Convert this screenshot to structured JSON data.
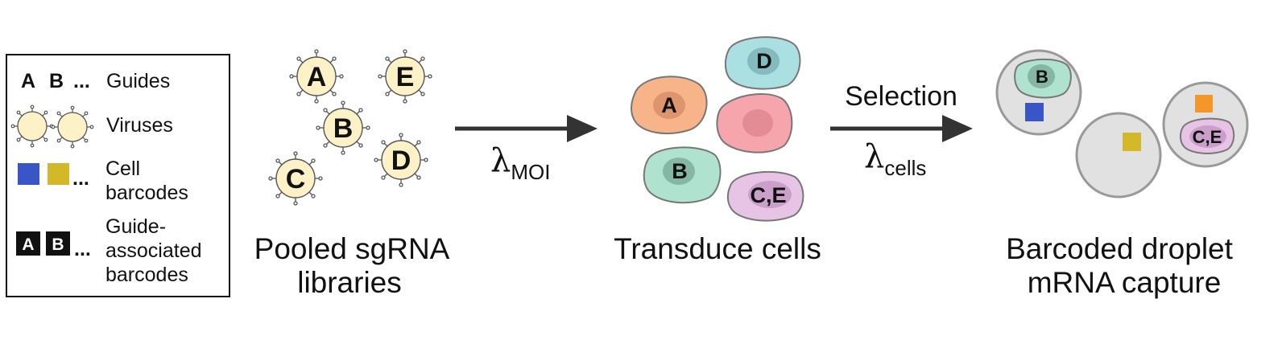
{
  "legend": {
    "guides_letters": [
      "A",
      "B"
    ],
    "guides_label": "Guides",
    "viruses_label": "Viruses",
    "cell_barcodes_label": [
      "Cell",
      "barcodes"
    ],
    "guide_barcodes_letters": [
      "A",
      "B"
    ],
    "guide_barcodes_label": [
      "Guide-",
      "associated",
      "barcodes"
    ],
    "ellipsis": "..."
  },
  "panel1": {
    "virus_letters": [
      "A",
      "E",
      "B",
      "C",
      "D"
    ],
    "caption_lines": [
      "Pooled sgRNA",
      "libraries"
    ]
  },
  "arrow1": {
    "symbol": "λ",
    "subscript": "MOI"
  },
  "panel2": {
    "cell_labels": [
      "A",
      "D",
      "",
      "B",
      "C,E"
    ],
    "caption": "Transduce cells"
  },
  "arrow2": {
    "top_label": "Selection",
    "symbol": "λ",
    "subscript": "cells"
  },
  "panel3": {
    "droplet_cell_labels": [
      "B",
      "C,E"
    ],
    "caption_lines": [
      "Barcoded droplet",
      "mRNA capture"
    ]
  },
  "colors": {
    "virus_fill": "#fdf1c8",
    "cell_orange": "#f7b489",
    "cell_teal": "#abe0e2",
    "cell_pink": "#f7a5ad",
    "cell_green": "#afe3d0",
    "cell_purple": "#e7c4e6",
    "droplet_fill": "#e1e1e1",
    "barcode_blue": "#3a55c8",
    "barcode_yellow": "#d3b82a",
    "barcode_orange": "#f5962b"
  }
}
